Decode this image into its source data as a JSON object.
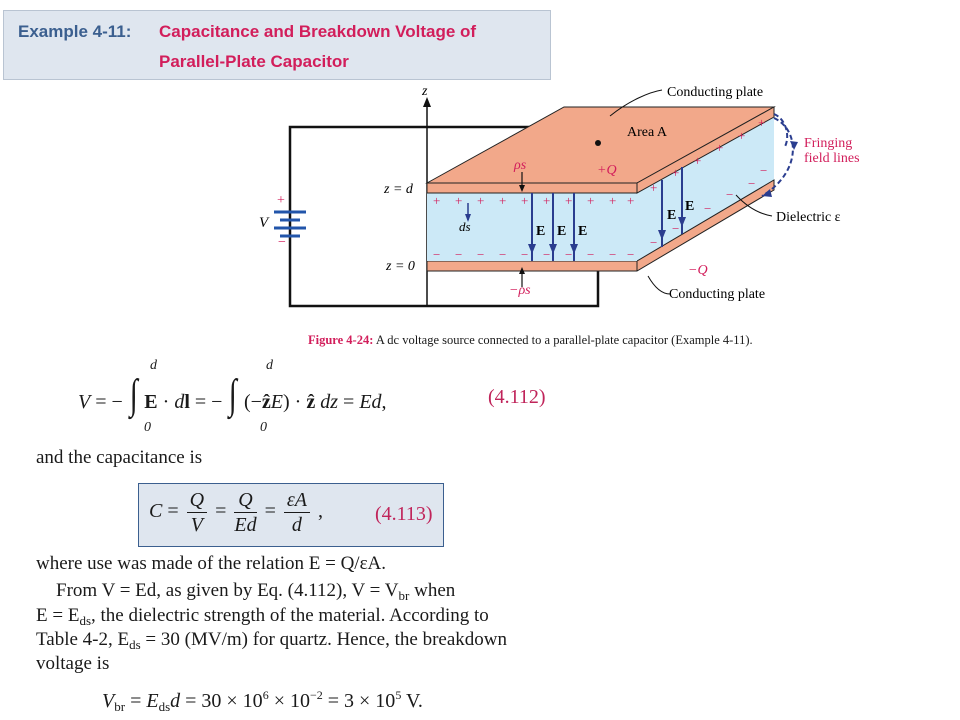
{
  "header": {
    "example_label": "Example 4-11:",
    "title_line1": "Capacitance and Breakdown Voltage of",
    "title_line2": "Parallel-Plate Capacitor"
  },
  "figure": {
    "labels": {
      "z_axis": "z",
      "conducting_plate_top": "Conducting plate",
      "area": "Area A",
      "fringing": [
        "Fringing",
        "field lines"
      ],
      "rho_s": "ρs",
      "plus_q": "+Q",
      "z_d": "z = d",
      "z_0": "z = 0",
      "v": "V",
      "ds": "ds",
      "e": "E",
      "dielectric": "Dielectric ε",
      "minus_q": "−Q",
      "minus_rho_s": "−ρs",
      "conducting_plate_bottom": "Conducting plate"
    },
    "caption_fig": "Figure 4-24:",
    "caption_text": " A dc voltage source connected to a parallel-plate capacitor (Example 4-11)."
  },
  "equations": {
    "eq112_number": "(4.112)",
    "eq113_number": "(4.113)",
    "integral_upper": "d",
    "integral_lower": "0"
  },
  "text": {
    "capacitance_intro": "and the capacitance is",
    "relation_line": "where use was made of the relation E = Q/εA.",
    "para_line1": "From V = Ed, as given by Eq. (4.112), V = V",
    "para_line1_sub": "br",
    "para_line1_end": " when",
    "para_line2_start": "E = E",
    "para_line2_sub": "ds",
    "para_line2_end": ", the dielectric strength of the material. According to",
    "para_line3_start": "Table 4-2, E",
    "para_line3_sub": "ds",
    "para_line3_end": " = 30 (MV/m) for quartz. Hence, the breakdown",
    "para_line4": "voltage is"
  },
  "colors": {
    "header_bg": "#dfe6ef",
    "title_red": "#d21e5b",
    "example_blue": "#3b5f8f",
    "plate": "#f2a88a",
    "dielectric": "#cce9f7"
  }
}
